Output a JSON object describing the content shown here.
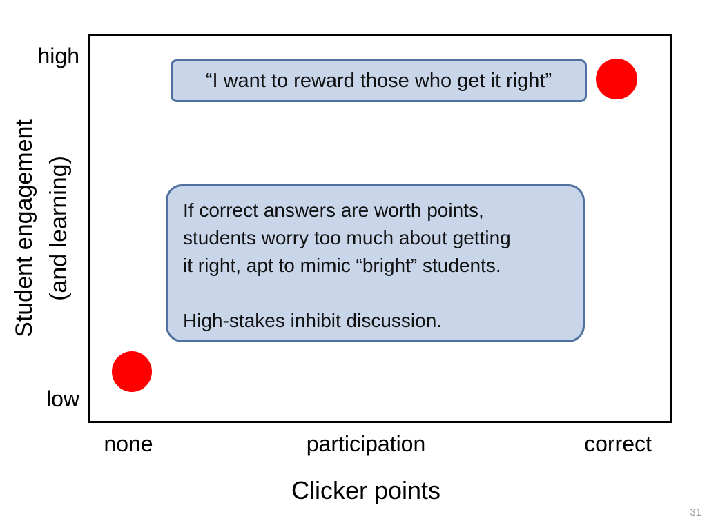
{
  "page_number": "31",
  "chart_data": {
    "type": "scatter",
    "title": "",
    "xlabel": "Clicker points",
    "ylabel": "Student engagement (and learning)",
    "x_ticks": [
      "none",
      "participation",
      "correct"
    ],
    "y_ticks": [
      "high",
      "low"
    ],
    "axis_style": "closed black box, no gridlines, qualitative axes",
    "points": [
      {
        "x": "correct",
        "y": "high",
        "color": "#fe0000",
        "shape": "circle"
      },
      {
        "x": "none",
        "y": "low",
        "color": "#fe0000",
        "shape": "circle"
      }
    ],
    "annotations": [
      "“I want to reward those who get it right”",
      "If correct answers are worth points, students worry too much about getting it right, apt to mimic “bright” students. High-stakes inhibit discussion."
    ]
  },
  "y_axis": {
    "title_line1": "Student engagement",
    "title_line2": "(and learning)",
    "tick_high": "high",
    "tick_low": "low"
  },
  "x_axis": {
    "title": "Clicker points",
    "tick_none": "none",
    "tick_participation": "participation",
    "tick_correct": "correct"
  },
  "callouts": {
    "reward": "“I want to reward those who get it right”",
    "discussion_lines": [
      "If correct answers are worth points,",
      "students worry too much about getting",
      "it right, apt to mimic “bright” students.",
      "High-stakes inhibit discussion."
    ]
  },
  "colors": {
    "point_fill": "#fe0000",
    "callout_fill": "#c9d6ea",
    "callout_border": "#50719f",
    "plot_border": "#000000",
    "page_number_text": "#9a9a9a"
  }
}
